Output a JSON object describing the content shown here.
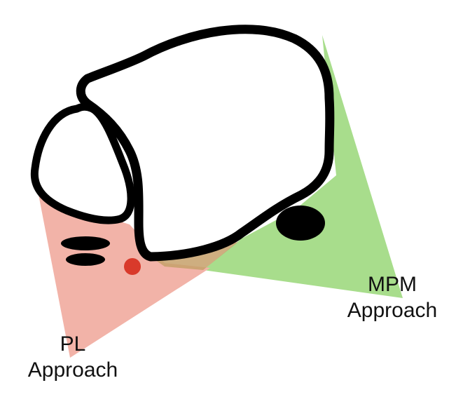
{
  "labels": {
    "mpm_line1": "MPM",
    "mpm_line2": "Approach",
    "pl_line1": "PL",
    "pl_line2": "Approach"
  },
  "colors": {
    "background": "#ffffff",
    "outline": "#000000",
    "mpm_region": "#a8dd8c",
    "pl_region": "#f2b3a8",
    "overlap_region": "#c5a06a",
    "red_dot": "#d93a2b",
    "black_ovals": "#000000"
  }
}
